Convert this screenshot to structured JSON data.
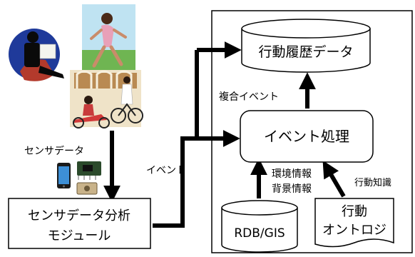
{
  "nodes": {
    "history": "行動履歴データ",
    "event_processing": "イベント処理",
    "analysis_line1": "センサデータ分析",
    "analysis_line2": "モジュール",
    "rdb": "RDB/GIS",
    "ontology_line1": "行動",
    "ontology_line2": "オントロジ"
  },
  "labels": {
    "sensor_data": "センサデータ",
    "event": "イベント",
    "composite_event": "複合イベント",
    "env_info": "環境情報",
    "bg_info": "背景情報",
    "behavior_knowledge": "行動知識"
  },
  "icons": [
    "businessman-reading-icon",
    "woman-jogging-icon",
    "street-scooter-bicycle-icon",
    "smartphone-icon",
    "sensor-chip-icon"
  ]
}
